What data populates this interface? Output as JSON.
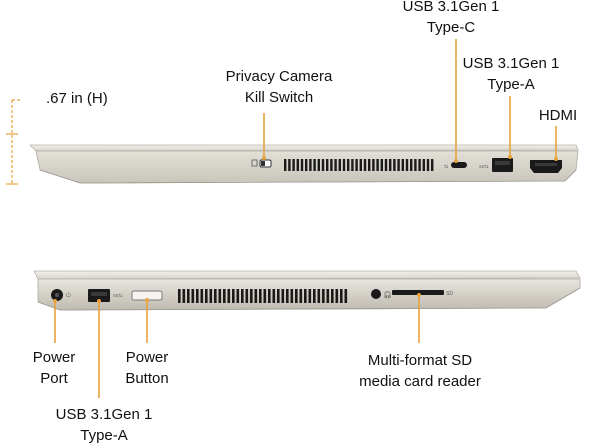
{
  "colors": {
    "callout": "#E8A23C",
    "chassis_light": "#E6E3DC",
    "chassis_mid": "#CFCBC2",
    "chassis_dark": "#A9A59C",
    "port_dark": "#1A1A1A",
    "text": "#111111"
  },
  "top_view": {
    "height_label": ".67 in (H)",
    "callouts": {
      "privacy": {
        "line1": "Privacy Camera",
        "line2": "Kill Switch"
      },
      "usb_c": {
        "line1": "USB 3.1Gen 1",
        "line2": "Type-C"
      },
      "usb_a": {
        "line1": "USB 3.1Gen 1",
        "line2": "Type-A"
      },
      "hdmi": {
        "line1": "HDMI"
      }
    },
    "icons": [
      "camera-switch-icon",
      "usb-c-port-icon",
      "usb-a-port-icon",
      "hdmi-port-icon"
    ]
  },
  "bottom_view": {
    "sd_label": "SD",
    "callouts": {
      "power_port": {
        "line1": "Power",
        "line2": "Port"
      },
      "power_button": {
        "line1": "Power",
        "line2": "Button"
      },
      "sd_reader": {
        "line1": "Multi-format SD",
        "line2": "media card reader"
      },
      "usb_a": {
        "line1": "USB 3.1Gen 1",
        "line2": "Type-A"
      }
    }
  }
}
